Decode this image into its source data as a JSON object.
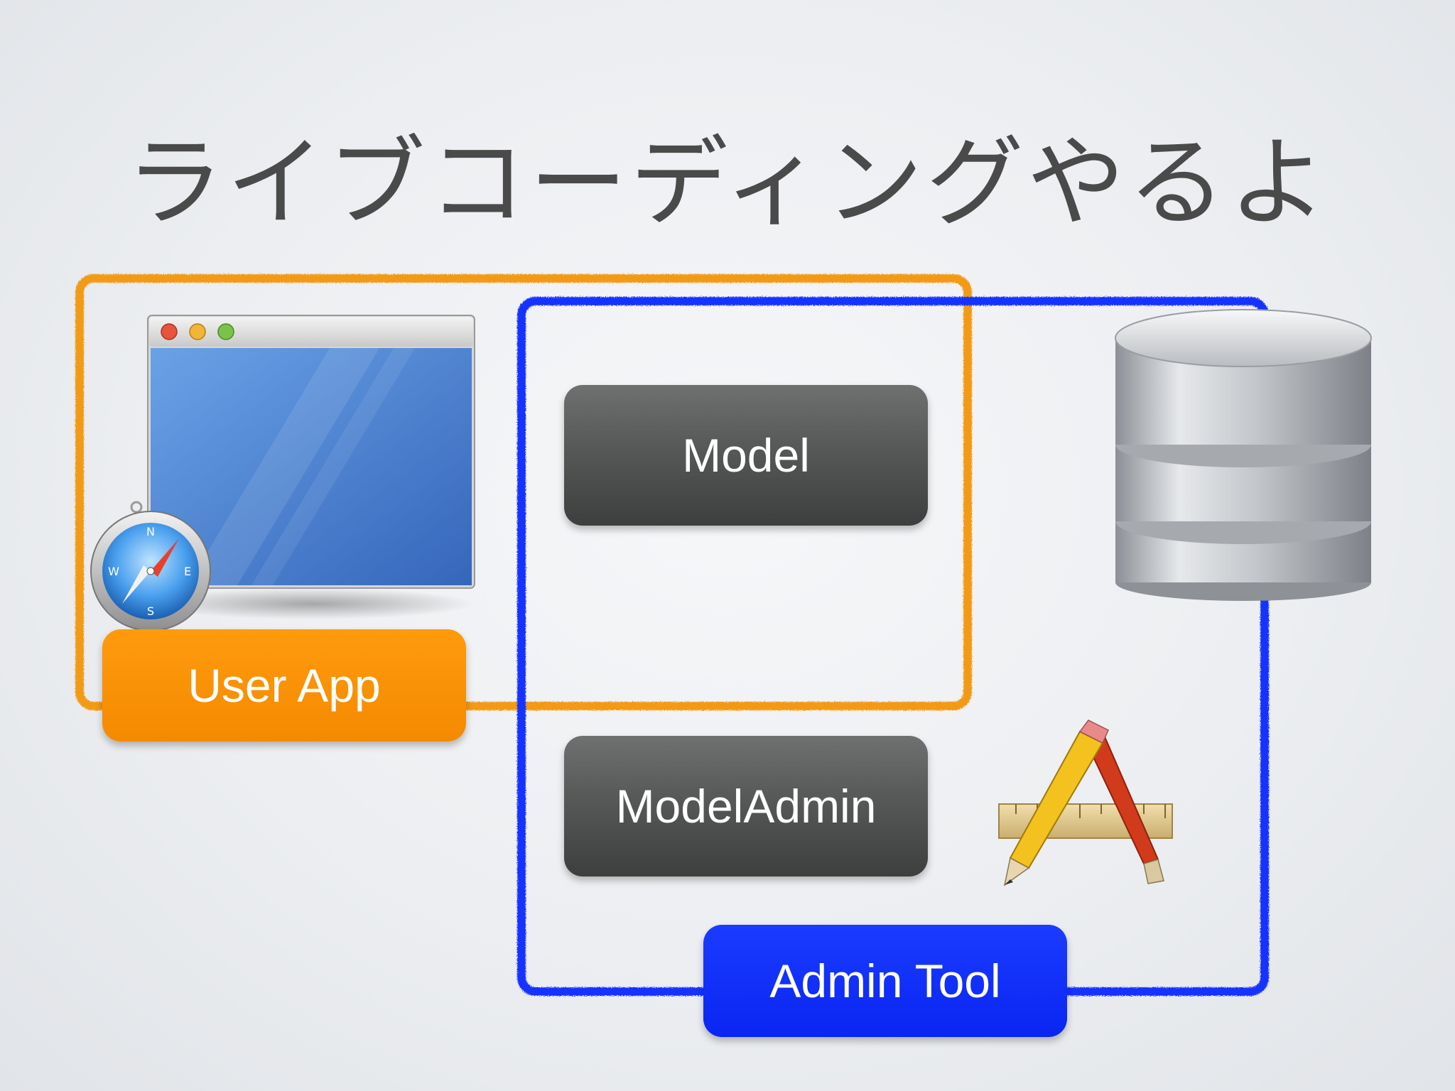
{
  "title": "ライブコーディングやるよ",
  "boxes": {
    "model": "Model",
    "model_admin": "ModelAdmin",
    "user_app": "User App",
    "admin_tool": "Admin Tool"
  },
  "colors": {
    "user_app_accent": "#f48a00",
    "admin_tool_accent": "#0a25f2",
    "model_box": "#4e5050"
  },
  "icons": {
    "app_window": "app-window-icon",
    "safari": "safari-compass-icon",
    "database": "database-icon",
    "developer_tools": "pencil-ruler-brush-icon"
  }
}
